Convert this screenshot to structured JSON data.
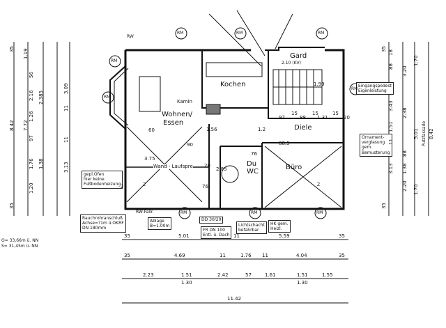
{
  "rooms": {
    "kochen": "Kochen",
    "wohnen": "Wohnen/",
    "essen": "Essen",
    "kamin": "Kamin",
    "diele": "Diele",
    "buero": "Büro",
    "du": "Du",
    "wc": "WC",
    "gard": "Gard",
    "gard_dim": "2.10 (KV)",
    "wand_lauf": "Wand - Laufspre"
  },
  "notes": {
    "gepl_ofen": [
      "gepl.Ofen",
      "hier keine",
      "Fußbodenheizung"
    ],
    "rauchrohr": [
      "Rauchrohranschluß",
      "Achse=?1m ü.OKRF",
      "DN 180mm"
    ],
    "ablage": [
      "Ablage",
      "B=1.00m"
    ],
    "dd": "DD 30/20",
    "fr": [
      "FR DN 100",
      "Entl. ü. Dach"
    ],
    "lichtschacht": [
      "Lichtschacht",
      "befahrbar"
    ],
    "hk": [
      "HK gem.",
      "Heizl."
    ],
    "eingangspodest": [
      "Eingangspodest",
      "Eigenleistung"
    ],
    "ornament": [
      "Ornament-",
      "verglasung",
      "gem.",
      "Bemusterung"
    ],
    "putzfassade": "Putzfassade",
    "level1": "O= 33,66m ü. NN",
    "level2": "S= 31,45m ü. NN",
    "rw": "RW",
    "rw_fallr": "RW-Fallr."
  },
  "symbols": {
    "rm": "RM",
    "z": "Z"
  },
  "dims": {
    "row1": [
      "35",
      "5.01",
      "11",
      "5.59",
      "35"
    ],
    "row2": [
      "35",
      "4.69",
      "11",
      "1.76",
      "11",
      "4.04",
      "35"
    ],
    "row3": [
      "2.23",
      "1.51",
      "2.42",
      "57",
      "1.61",
      "1.51",
      "1.55"
    ],
    "row3b": [
      "1.30",
      "1.30"
    ],
    "total": "11.42",
    "left_outer": [
      "35",
      "1.19",
      "2.385",
      "3.09",
      "8.42",
      "7.72",
      "35"
    ],
    "left_inner": [
      "56",
      "2.16",
      "11",
      "1.26",
      "97",
      "1.76",
      "1.38",
      "1.20",
      "3.13",
      "11"
    ],
    "right_inner": [
      "18",
      "88",
      "3.43",
      "2.38",
      "1.51",
      "88",
      "1.38",
      "2.20",
      "3.13",
      "11"
    ],
    "right_outer": [
      "35",
      "1.70",
      "3.20",
      "5.01",
      "8.42",
      "1.70",
      "35"
    ],
    "interior": [
      "97",
      "15",
      "88",
      "15",
      "1.31",
      "15",
      "20",
      "1.99",
      "1.56",
      "90",
      "60",
      "88.5",
      "76",
      "3.75",
      "76",
      "20",
      "1.2",
      "2.85"
    ]
  }
}
